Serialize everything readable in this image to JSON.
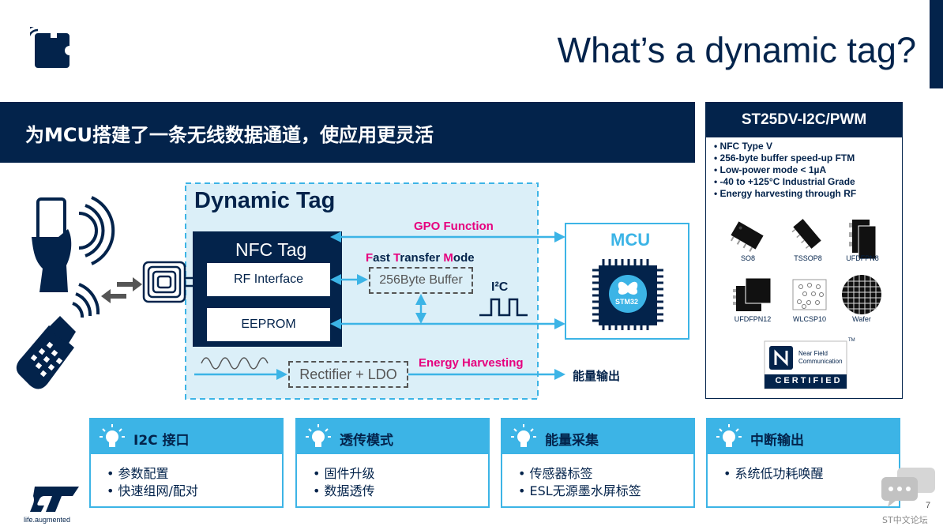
{
  "header": {
    "title": "What’s a dynamic tag?",
    "banner": "为MCU搭建了一条无线数据通道，使应用更灵活"
  },
  "diagram": {
    "dynamic_tag_title": "Dynamic Tag",
    "nfc_tag_title": "NFC Tag",
    "rf_interface": "RF Interface",
    "eeprom": "EEPROM",
    "gpo_function": "GPO Function",
    "ftm_parts": [
      {
        "hl": "F",
        "rest": "ast "
      },
      {
        "hl": "T",
        "rest": "ransfer "
      },
      {
        "hl": "M",
        "rest": "ode"
      }
    ],
    "buffer": "256Byte Buffer",
    "i2c": "I²C",
    "mcu": "MCU",
    "mcu_chip": "STM32",
    "rectifier": "Rectifier + LDO",
    "energy_harvesting": "Energy Harvesting",
    "energy_output": "能量输出"
  },
  "product": {
    "name": "ST25DV-I2C/PWM",
    "features": [
      "• NFC Type V",
      "• 256-byte buffer speed-up FTM",
      "• Low-power mode < 1µA",
      "• -40 to +125°C Industrial Grade",
      "• Energy harvesting through RF"
    ],
    "packages": [
      "SO8",
      "TSSOP8",
      "UFDFPN8",
      "UFDFPN12",
      "WLCSP10",
      "Wafer"
    ],
    "certification": {
      "line1": "Near Field",
      "line2": "Communication",
      "label": "CERTIFIED",
      "tm": "TM"
    }
  },
  "cards": [
    {
      "title": "I2C 接口",
      "items": [
        "参数配置",
        "快速组网/配对"
      ]
    },
    {
      "title": "透传模式",
      "items": [
        "固件升级",
        "数据透传"
      ]
    },
    {
      "title": "能量采集",
      "items": [
        "传感器标签",
        "ESL无源墨水屏标签"
      ]
    },
    {
      "title": "中断输出",
      "items": [
        "系统低功耗唤醒"
      ]
    }
  ],
  "footer": {
    "tagline": "life.augmented",
    "page": "7",
    "forum": "ST中文论坛"
  },
  "colors": {
    "navy": "#03234b",
    "light_blue": "#3cb4e6",
    "pink": "#e6007e",
    "panel_bg": "#dbeff8"
  }
}
